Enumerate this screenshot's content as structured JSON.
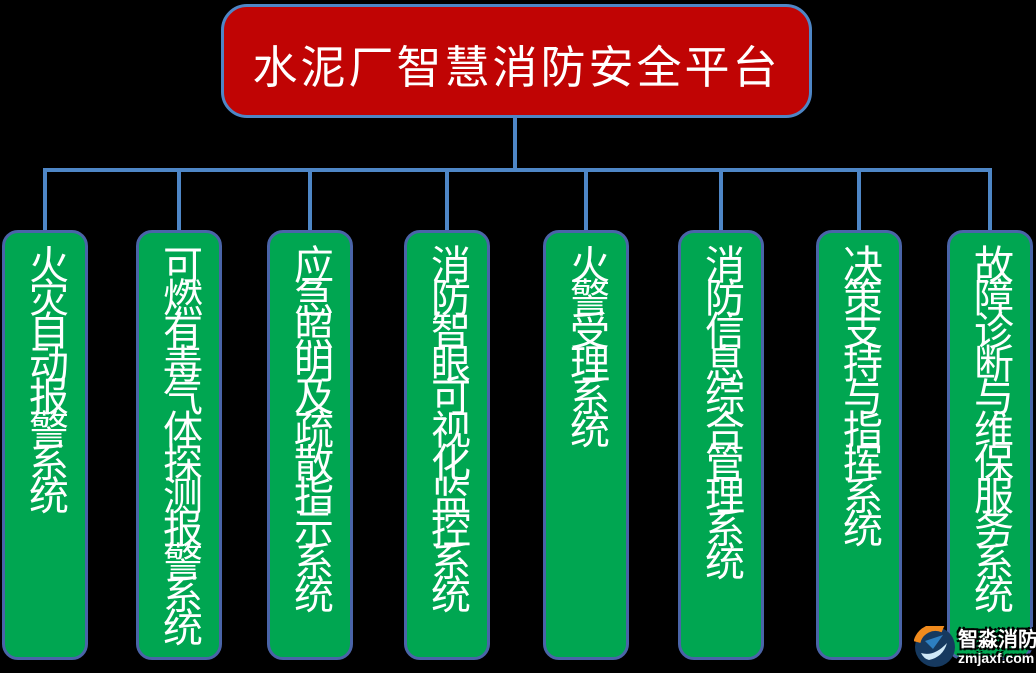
{
  "diagram": {
    "root": {
      "label": "水泥厂智慧消防安全平台"
    },
    "systems": [
      {
        "label": "火灾自动报警系统"
      },
      {
        "label": "可燃有毒气体探测报警系统"
      },
      {
        "label": "应急照明及疏散指示系统"
      },
      {
        "label": "消防智眼可视化监控系统"
      },
      {
        "label": "火警受理系统"
      },
      {
        "label": "消防信息综合管理系统"
      },
      {
        "label": "决策支持与指挥系统"
      },
      {
        "label": "故障诊断与维保服务系统"
      }
    ]
  },
  "watermark": {
    "brand": "智淼消防",
    "domain": "zmjaxf.com"
  },
  "colors": {
    "background": "#000000",
    "root_fill": "#C00404",
    "root_border": "#4E86C6",
    "connector": "#4E86C6",
    "system_fill": "#00A651",
    "system_border": "#4A64A8",
    "text": "#FFFFFF"
  }
}
